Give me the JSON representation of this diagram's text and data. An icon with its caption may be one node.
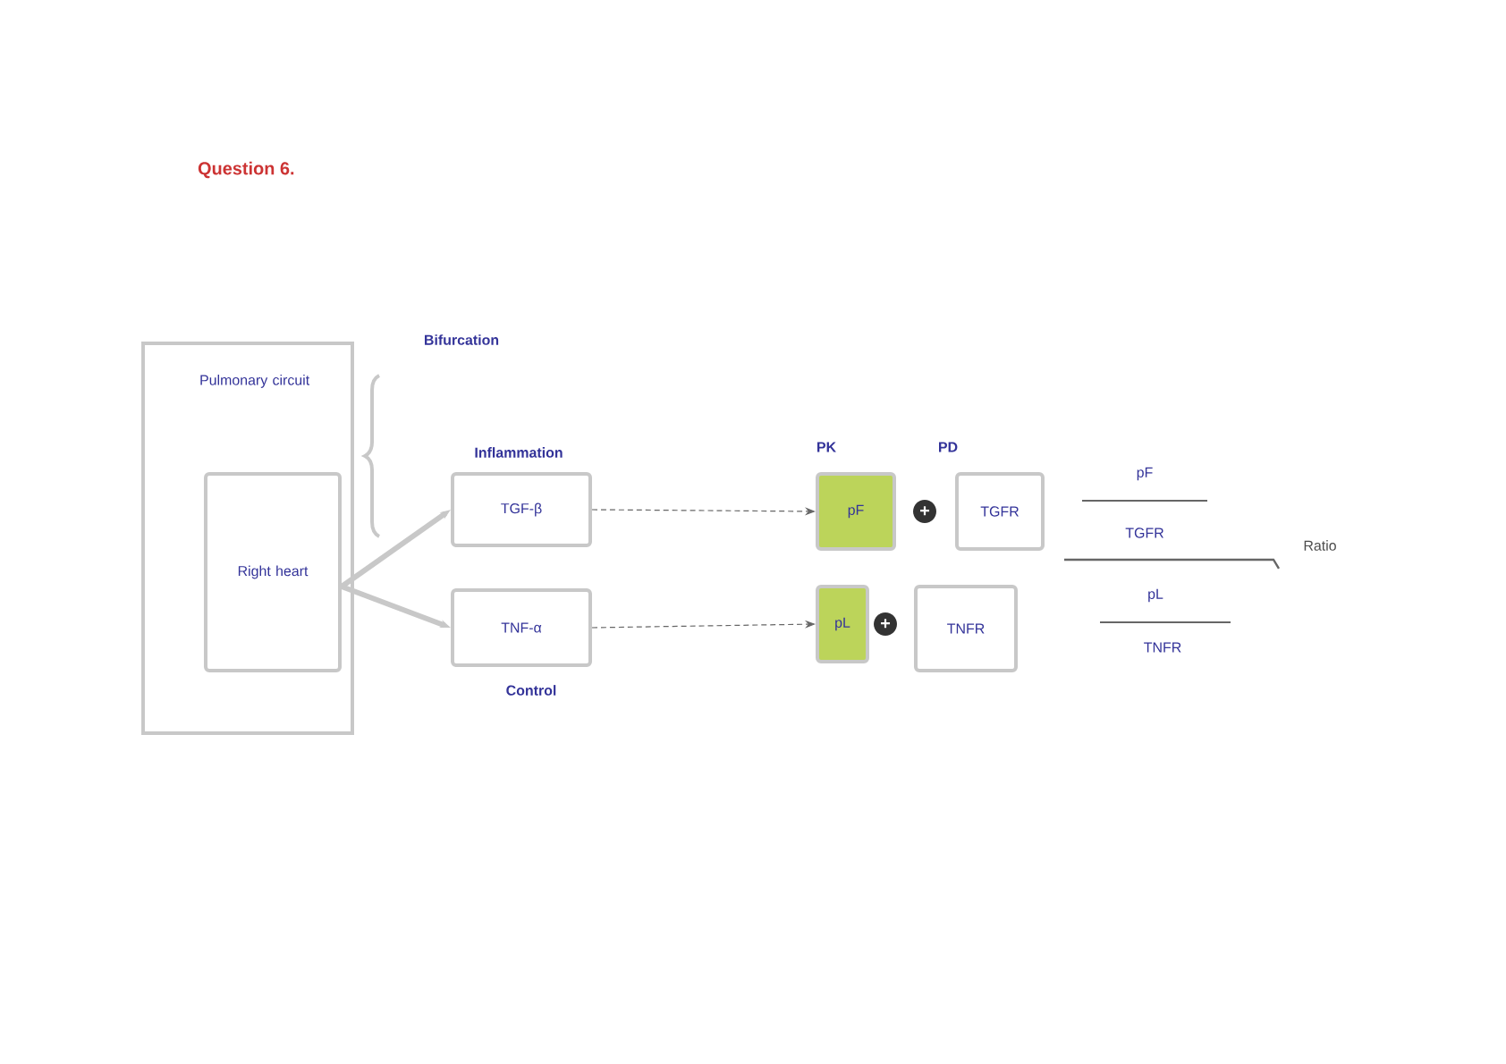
{
  "diagram": {
    "title": "Question 6.",
    "nodes": [
      {
        "text": [
          "Pulmonary circuit"
        ]
      },
      {
        "text": [
          "Right heart"
        ],
        "in": 0
      },
      {
        "text": [
          "TGF-β"
        ],
        "beside": [
          "Inflammation"
        ]
      },
      {
        "text": [
          "TNF-α"
        ],
        "beside": [
          "Control"
        ]
      },
      {
        "text": [
          "pF"
        ]
      },
      {
        "text": [
          "pL"
        ]
      },
      {
        "text": [
          "TGFR"
        ]
      },
      {
        "text": [
          "TNFR"
        ]
      }
    ],
    "edges": [
      {
        "from": 1,
        "to": 2,
        "arrow": "to",
        "style": "thick"
      },
      {
        "from": 1,
        "to": 3,
        "arrow": "to",
        "style": "thick"
      },
      {
        "from": 2,
        "to": 4,
        "arrow": "to",
        "style": "dashed",
        "color": "#666666"
      },
      {
        "from": 3,
        "to": 5,
        "arrow": "to",
        "style": "dashed",
        "color": "#666666"
      }
    ],
    "labels": [
      "Bifurcation",
      "PK",
      "PD",
      "pF",
      "TGFR",
      "pL",
      "TNFR",
      "Ratio",
      "+",
      "+"
    ]
  }
}
